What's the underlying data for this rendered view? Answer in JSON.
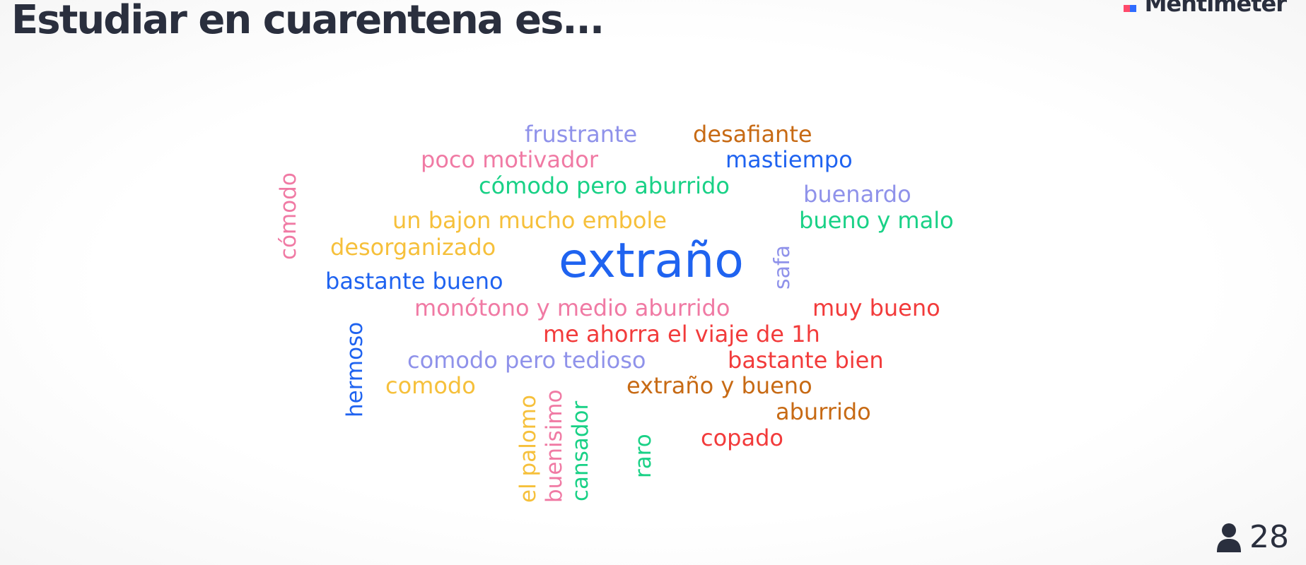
{
  "slide": {
    "title": "Estudiar en cuarentena es...",
    "brand": "Mentimeter",
    "participants": "28"
  },
  "colors": {
    "title": "#2a2f3e",
    "blue": "#1f63f0",
    "lavender": "#8f92ea",
    "pink": "#f07aa4",
    "green": "#19d186",
    "yellow": "#f6c03b",
    "orange": "#c76a14",
    "red": "#f23b3b"
  },
  "icons": {
    "participants": "person-icon",
    "brand": "mentimeter-logo"
  },
  "word_cloud": {
    "words": [
      "frustrante",
      "desafiante",
      "poco motivador",
      "mastiempo",
      "cómodo pero aburrido",
      "buenardo",
      "cómodo",
      "un bajon mucho embole",
      "bueno y malo",
      "desorganizado",
      "extraño",
      "safa",
      "bastante bueno",
      "monótono y medio aburrido",
      "muy bueno",
      "hermoso",
      "me ahorra el viaje de 1h",
      "comodo pero tedioso",
      "bastante bien",
      "comodo",
      "extraño y bueno",
      "aburrido",
      "el palomo",
      "buenisimo",
      "cansador",
      "raro",
      "copado"
    ]
  }
}
